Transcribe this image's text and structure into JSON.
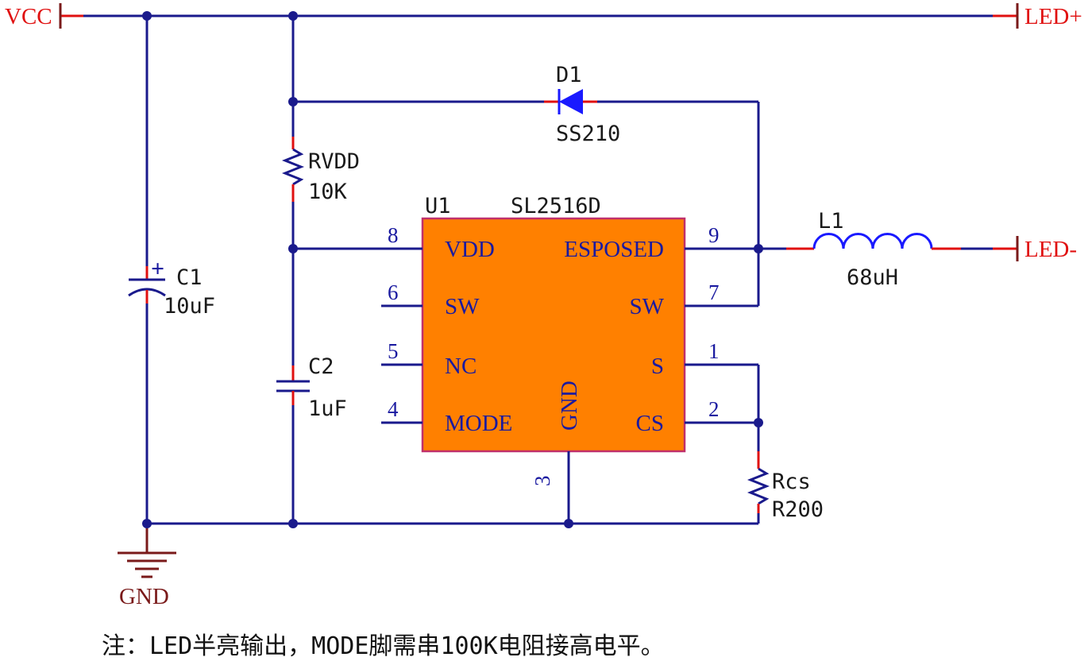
{
  "ports": {
    "vcc": "VCC",
    "led_plus": "LED+",
    "led_minus": "LED-",
    "gnd": "GND"
  },
  "components": {
    "c1": {
      "ref": "C1",
      "value": "10uF",
      "polarity": "+"
    },
    "c2": {
      "ref": "C2",
      "value": "1uF"
    },
    "rvdd": {
      "ref": "RVDD",
      "value": "10K"
    },
    "d1": {
      "ref": "D1",
      "value": "SS210"
    },
    "l1": {
      "ref": "L1",
      "value": "68uH"
    },
    "rcs": {
      "ref": "Rcs",
      "value": "R200"
    },
    "u1": {
      "ref": "U1",
      "part": "SL2516D"
    }
  },
  "chip_pins": {
    "vdd": {
      "name": "VDD",
      "num": "8"
    },
    "sw_left": {
      "name": "SW",
      "num": "6"
    },
    "nc": {
      "name": "NC",
      "num": "5"
    },
    "mode": {
      "name": "MODE",
      "num": "4"
    },
    "esposed": {
      "name": "ESPOSED",
      "num": "9"
    },
    "sw_right": {
      "name": "SW",
      "num": "7"
    },
    "s": {
      "name": "S",
      "num": "1"
    },
    "cs": {
      "name": "CS",
      "num": "2"
    },
    "gnd": {
      "name": "GND",
      "num": "3"
    }
  },
  "note": "注：LED半亮输出，MODE脚需串100K电阻接高电平。",
  "colors": {
    "wire": "#1a1a8c",
    "chip_fill": "#ff8000",
    "chip_border": "#c0306a",
    "port_text": "#e01010",
    "pin_end": "#e01010",
    "gnd_symbol": "#7a1a1a"
  }
}
